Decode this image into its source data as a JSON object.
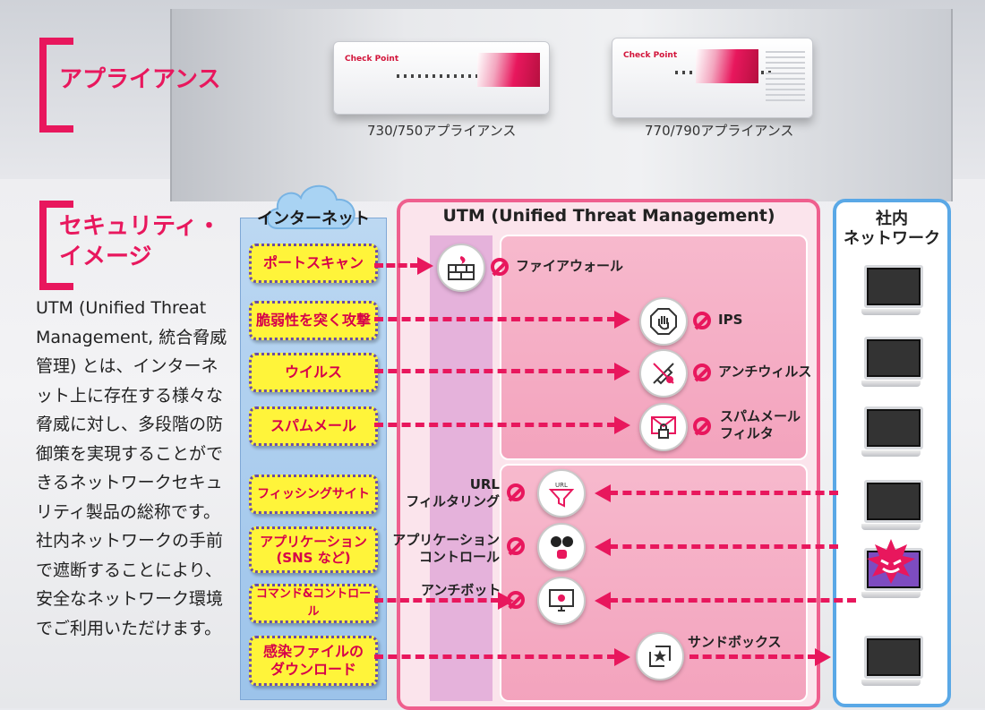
{
  "sections": {
    "appliance_title": "アプライアンス",
    "security_title_line1": "セキュリティ・",
    "security_title_line2": "イメージ"
  },
  "appliances": [
    {
      "caption": "730/750アプライアンス",
      "logo": "Check Point"
    },
    {
      "caption": "770/790アプライアンス",
      "logo": "Check Point"
    }
  ],
  "description": "UTM (Unified Threat Management, 統合脅威管理) とは、インターネット上に存在する様々な脅威に対し、多段階の防御策を実現することができるネットワークセキュリティ製品の総称です。社内ネットワークの手前で遮断することにより、安全なネットワーク環境でご利用いただけます。",
  "internet": {
    "title": "インターネット",
    "threats": [
      {
        "line1": "ポートスキャン",
        "line2": ""
      },
      {
        "line1": "脆弱性を突く攻撃",
        "line2": ""
      },
      {
        "line1": "ウイルス",
        "line2": ""
      },
      {
        "line1": "スパムメール",
        "line2": ""
      },
      {
        "line1": "フィッシングサイト",
        "line2": ""
      },
      {
        "line1": "アプリケーション",
        "line2": "(SNS など)"
      },
      {
        "line1": "コマンド&コントロール",
        "line2": ""
      },
      {
        "line1": "感染ファイルの",
        "line2": "ダウンロード"
      }
    ]
  },
  "utm": {
    "title": "UTM (Unified Threat Management)",
    "features": [
      {
        "line1": "ファイアウォール",
        "line2": "",
        "icon": "firewall-icon"
      },
      {
        "line1": "IPS",
        "line2": "",
        "icon": "stop-hand-icon"
      },
      {
        "line1": "アンチウィルス",
        "line2": "",
        "icon": "syringe-icon"
      },
      {
        "line1": "スパムメール",
        "line2": "フィルタ",
        "icon": "mail-lock-icon"
      },
      {
        "line1": "URL",
        "line2": "フィルタリング",
        "icon": "url-filter-icon"
      },
      {
        "line1": "アプリケーション",
        "line2": "コントロール",
        "icon": "app-icons-icon"
      },
      {
        "line1": "アンチボット",
        "line2": "",
        "icon": "monitor-bot-icon"
      },
      {
        "line1": "サンドボックス",
        "line2": "",
        "icon": "sandbox-icon"
      }
    ]
  },
  "internal_network": {
    "title_line1": "社内",
    "title_line2": "ネットワーク"
  },
  "colors": {
    "accent": "#e8175d",
    "threat_fill": "#fff43a",
    "network_border": "#5aa8e6"
  }
}
